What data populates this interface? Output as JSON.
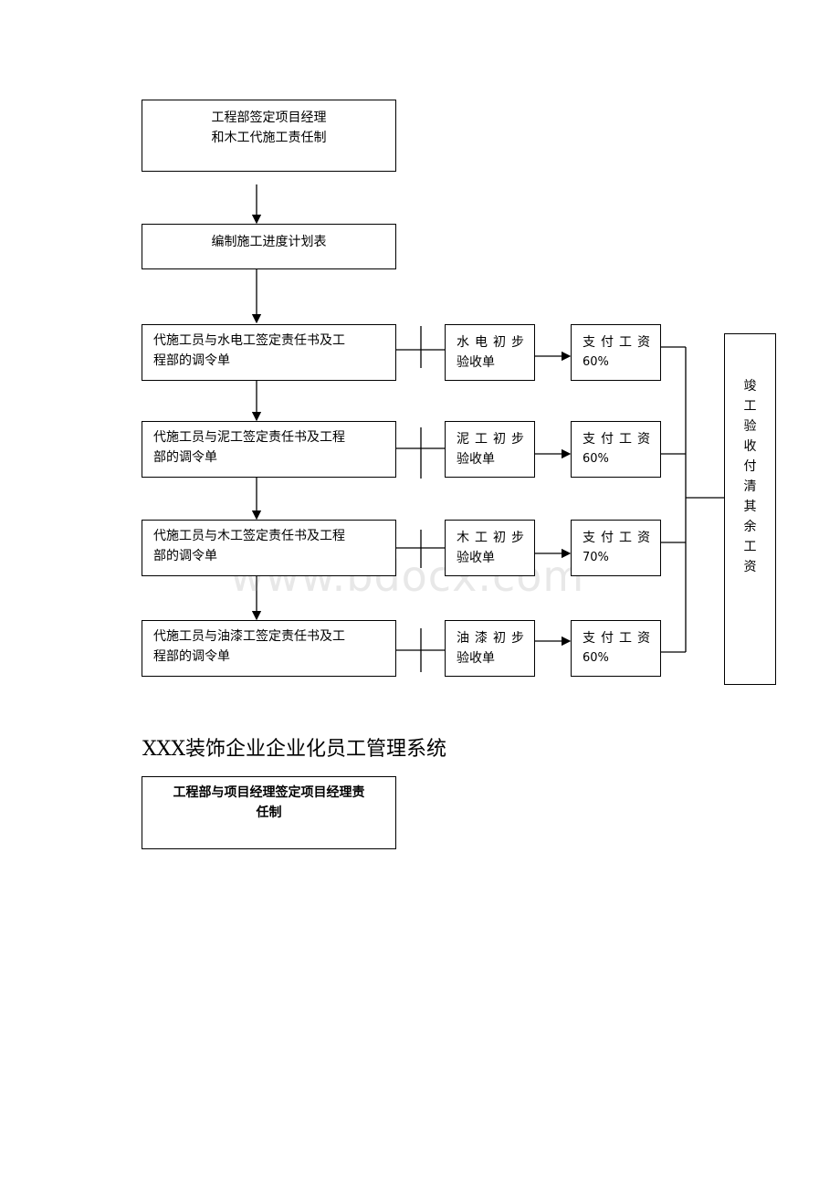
{
  "flow": {
    "step1": [
      "工程部签定项目经理",
      "和木工代施工责任制"
    ],
    "step2": "编制施工进度计划表",
    "rows": [
      {
        "contract": [
          "代施工员与水电工签定责任书及工",
          "程部的调令单"
        ],
        "stage": [
          "水电初步",
          "验收单"
        ],
        "pay": [
          "支付工资",
          "60%"
        ]
      },
      {
        "contract": [
          "代施工员与泥工签定责任书及工程",
          "部的调令单"
        ],
        "stage": [
          "泥工初步",
          "验收单"
        ],
        "pay": [
          "支付工资",
          "60%"
        ]
      },
      {
        "contract": [
          "代施工员与木工签定责任书及工程",
          "部的调令单"
        ],
        "stage": [
          "木工初步",
          "验收单"
        ],
        "pay": [
          "支付工资",
          "70%"
        ]
      },
      {
        "contract": [
          "代施工员与油漆工签定责任书及工",
          "程部的调令单"
        ],
        "stage": [
          "油漆初步",
          "验收单"
        ],
        "pay": [
          "支付工资",
          "60%"
        ]
      }
    ],
    "final": [
      "竣",
      "工",
      "验",
      "收",
      "付",
      "清",
      "其",
      "余",
      "工",
      "资"
    ]
  },
  "section": {
    "heading": "XXX装饰企业企业化员工管理系统",
    "box": [
      "工程部与项目经理签定项目经理责",
      "任制"
    ]
  },
  "watermark": "www.bdocx.com"
}
